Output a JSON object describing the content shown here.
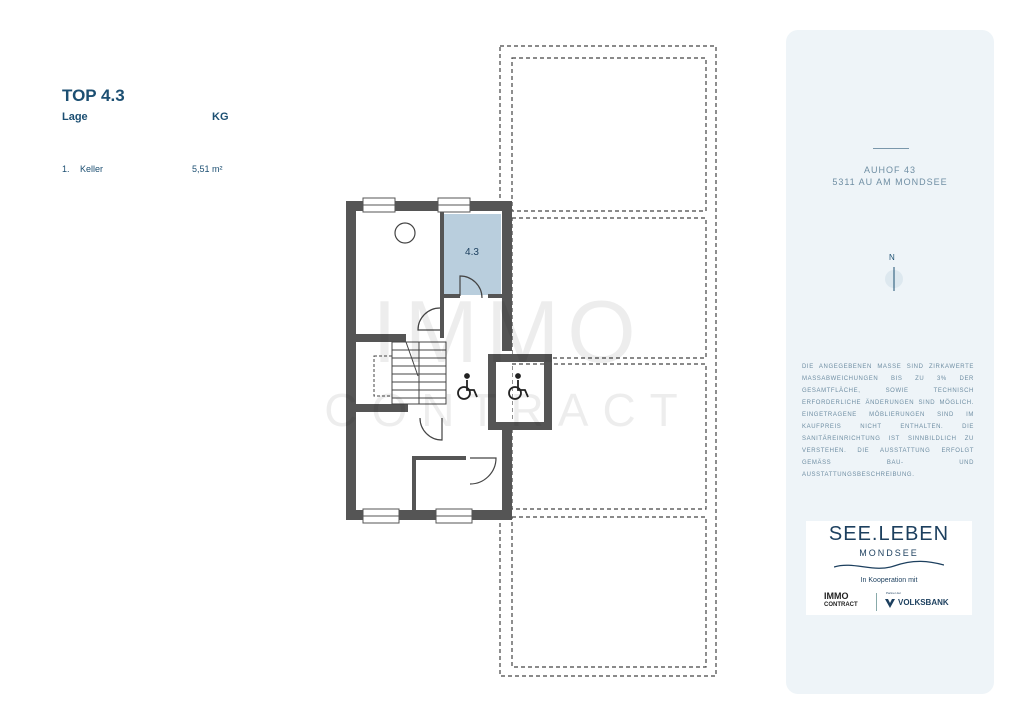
{
  "unit": {
    "title": "TOP 4.3",
    "col_lage": "Lage",
    "col_floor": "KG",
    "rows": [
      {
        "num": "1.",
        "name": "Keller",
        "area": "5,51 m²"
      }
    ]
  },
  "plan": {
    "room_label": "4.3",
    "watermark_line1": "IMMO",
    "watermark_line2": "CONTRACT"
  },
  "panel": {
    "address_line1": "AUHOF 43",
    "address_line2": "5311 AU AM MONDSEE",
    "north": "N",
    "disclaimer": "Die angegebenen Maße sind zirkawerte Maßabweichungen bis zu 3% der Gesamtfläche, sowie technisch erforderliche Änderungen sind möglich. Eingetragene Möblierungen sind im Kaufpreis nicht enthalten. Die Sanitäreinrichtung ist sinnbildlich zu verstehen. Die Ausstattung erfolgt gemäß Bau- und Ausstattungsbeschreibung.",
    "logo_title": "SEE.LEBEN",
    "logo_subtitle": "MONDSEE",
    "logo_coop": "In Kooperation mit",
    "partner1_line1": "IMMO",
    "partner1_line2": "CONTRACT",
    "partner2_small": "Partner der",
    "partner2": "VOLKSBANK"
  },
  "colors": {
    "accent": "#1c4f72",
    "room_highlight": "#b9cedd",
    "wall": "#555555",
    "panel_bg": "#eef4f8"
  },
  "icons": [
    "wheelchair-icon",
    "north-arrow-icon",
    "volksbank-icon",
    "wave-icon"
  ]
}
